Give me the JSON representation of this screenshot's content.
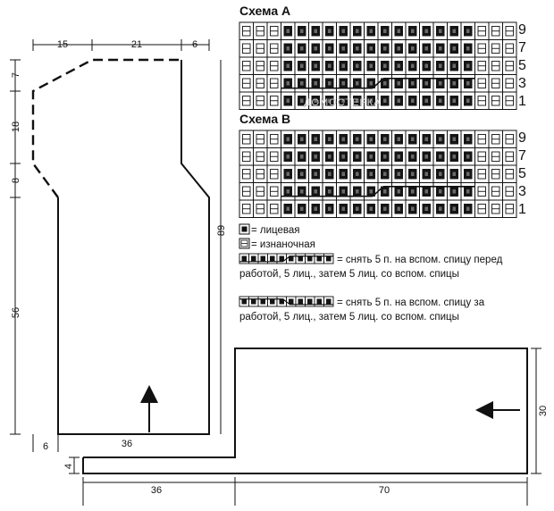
{
  "scheme_a": {
    "title": "Схема А",
    "row_labels": [
      "9",
      "7",
      "5",
      "3",
      "1"
    ],
    "watermark": "ДОМОСТЕРКА"
  },
  "scheme_b": {
    "title": "Схема В",
    "row_labels": [
      "9",
      "7",
      "5",
      "3",
      "1"
    ]
  },
  "legend": {
    "knit": "= лицевая",
    "purl": "= изнаночная",
    "cable_front_1": "= снять 5 п. на вспом. спицу перед",
    "cable_front_2": "работой, 5 лиц., затем 5 лиц. со вспом. спицы",
    "cable_back_1": "= снять 5 п. на вспом. спицу за",
    "cable_back_2": "работой, 5 лиц., затем 5 лиц. со вспом. спицы"
  },
  "pattern_piece": {
    "dims_top": [
      "15",
      "21",
      "6"
    ],
    "dims_left": [
      "7",
      "18",
      "8",
      "56"
    ],
    "dim_right": "89",
    "dim_bottom_left": "6",
    "dim_bottom": "36"
  },
  "band_piece": {
    "dim_height": "4",
    "dim_bottom_1": "36",
    "dim_bottom_2": "70",
    "dim_right": "30"
  }
}
